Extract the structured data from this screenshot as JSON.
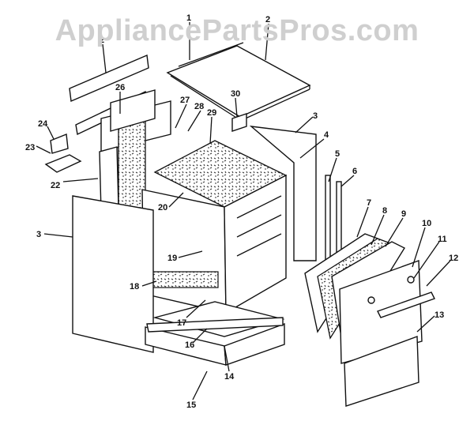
{
  "watermark": "AppliancePartsPros.com",
  "callouts": [
    "1",
    "2",
    "2",
    "3",
    "3",
    "4",
    "5",
    "6",
    "7",
    "8",
    "9",
    "10",
    "11",
    "12",
    "13",
    "14",
    "15",
    "16",
    "17",
    "18",
    "19",
    "20",
    "22",
    "23",
    "24",
    "26",
    "27",
    "28",
    "29",
    "30"
  ]
}
